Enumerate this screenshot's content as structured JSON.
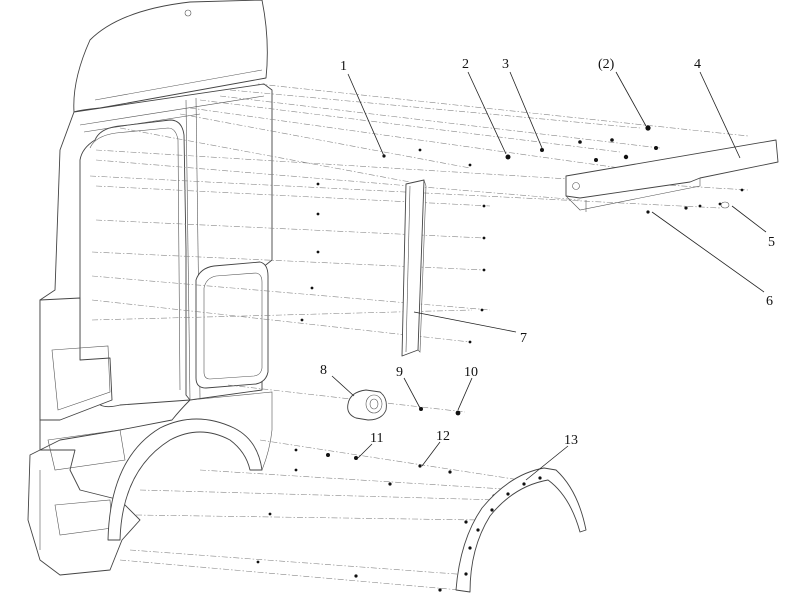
{
  "callouts": [
    {
      "id": "c1",
      "text": "1"
    },
    {
      "id": "c2",
      "text": "2"
    },
    {
      "id": "c3",
      "text": "3"
    },
    {
      "id": "c2p",
      "text": "(2)"
    },
    {
      "id": "c4",
      "text": "4"
    },
    {
      "id": "c5",
      "text": "5"
    },
    {
      "id": "c6",
      "text": "6"
    },
    {
      "id": "c7",
      "text": "7"
    },
    {
      "id": "c8",
      "text": "8"
    },
    {
      "id": "c9",
      "text": "9"
    },
    {
      "id": "c10",
      "text": "10"
    },
    {
      "id": "c11",
      "text": "11"
    },
    {
      "id": "c12",
      "text": "12"
    },
    {
      "id": "c13",
      "text": "13"
    }
  ]
}
